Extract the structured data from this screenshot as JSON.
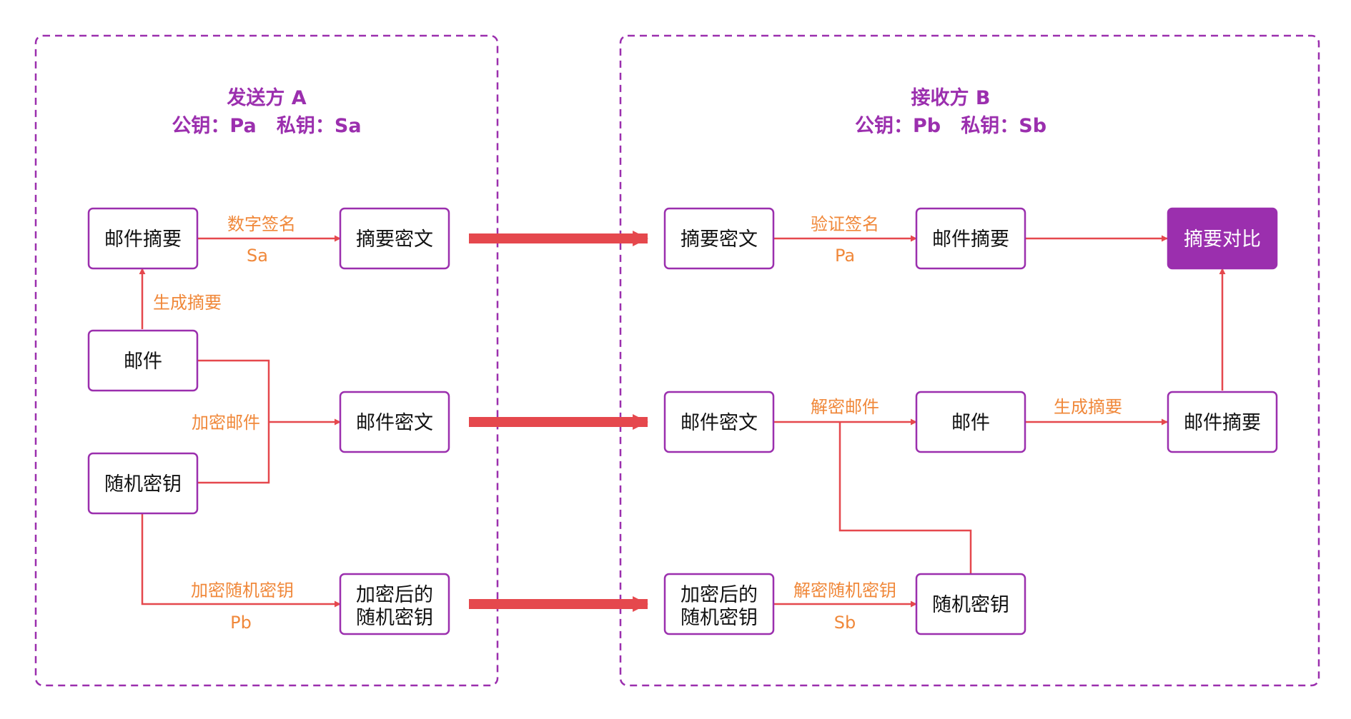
{
  "sender": {
    "title": "发送方 A",
    "keys": "公钥：Pa   私钥：Sa"
  },
  "receiver": {
    "title": "接收方 B",
    "keys": "公钥：Pb   私钥：Sb"
  },
  "nodes": {
    "a_digest": "邮件摘要",
    "a_digest_cipher": "摘要密文",
    "a_mail": "邮件",
    "a_mail_cipher": "邮件密文",
    "a_random_key": "随机密钥",
    "a_enc_key_l1": "加密后的",
    "a_enc_key_l2": "随机密钥",
    "b_digest_cipher": "摘要密文",
    "b_digest": "邮件摘要",
    "b_compare": "摘要对比",
    "b_mail_cipher": "邮件密文",
    "b_mail": "邮件",
    "b_digest2": "邮件摘要",
    "b_enc_key_l1": "加密后的",
    "b_enc_key_l2": "随机密钥",
    "b_random_key": "随机密钥"
  },
  "edges": {
    "sign": "数字签名",
    "sign_key": "Sa",
    "gen_digest_a": "生成摘要",
    "encrypt_mail": "加密邮件",
    "encrypt_key": "加密随机密钥",
    "encrypt_key_param": "Pb",
    "verify": "验证签名",
    "verify_key": "Pa",
    "decrypt_mail": "解密邮件",
    "gen_digest_b": "生成摘要",
    "decrypt_key": "解密随机密钥",
    "decrypt_key_param": "Sb"
  },
  "colors": {
    "panel_border": "#9b2fae",
    "node_border": "#9b2fae",
    "edge": "#e5484d",
    "edge_label": "#f0883a",
    "highlight_fill": "#9b2fae"
  }
}
